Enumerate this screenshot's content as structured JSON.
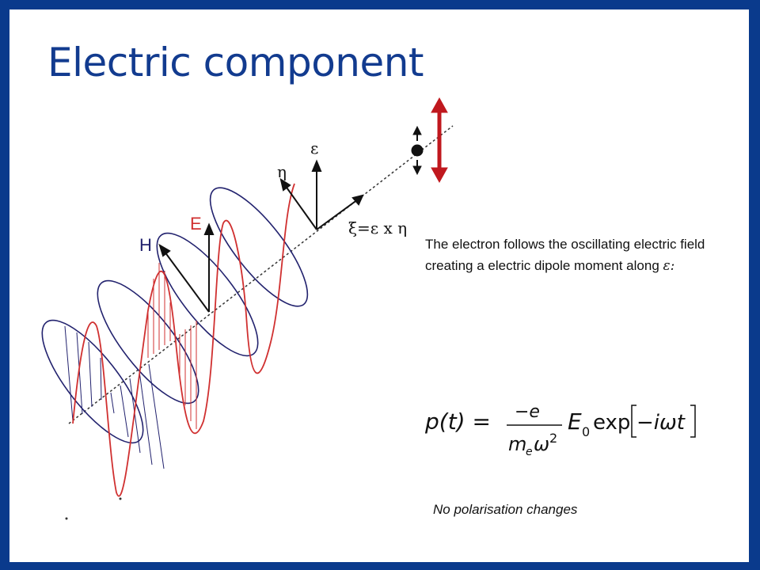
{
  "slide": {
    "title": "Electric component",
    "description": "The electron follows the oscillating electric field creating a electric dipole moment along",
    "description_symbol": "ε:",
    "note": "No polarisation changes"
  },
  "diagram": {
    "label_E": "E",
    "label_H": "H",
    "label_epsilon": "ε",
    "label_eta": "η",
    "label_xi": "ξ=ε x η"
  },
  "formula": {
    "lhs": "p(t) =",
    "numerator": "−e",
    "denominator_m": "m",
    "denominator_sub": "e",
    "denominator_omega": "ω",
    "denominator_exp": "2",
    "E0": "E",
    "E0_sub": "0",
    "exp_text": "exp",
    "exp_arg": "−iωt"
  },
  "colors": {
    "border": "#0a3a8c",
    "title": "#123b8f",
    "red_wave": "#d03030",
    "blue_wave": "#22226e",
    "arrow_red": "#c0181e"
  }
}
